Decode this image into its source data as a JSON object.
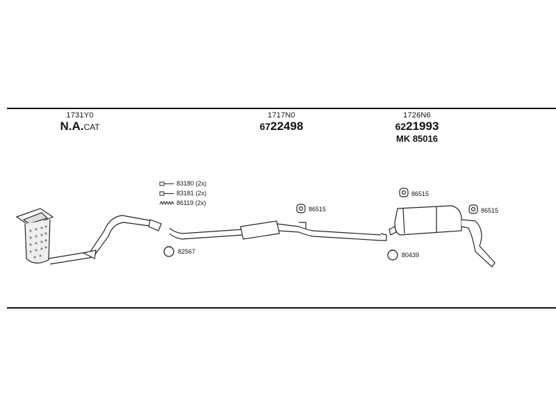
{
  "sections": [
    {
      "code": "1731Y0",
      "name": "N.A.",
      "name_suffix": "CAT"
    },
    {
      "code": "1717N0",
      "pn_prefix": "67",
      "pn_main": "22498"
    },
    {
      "code": "1726N6",
      "pn_prefix": "62",
      "pn_main": "21993",
      "mk_text": "MK  85016"
    }
  ],
  "parts": {
    "bolt_1": "83180 (2x)",
    "bolt_2": "83181 (2x)",
    "spring": "86119 (2x)",
    "clamp_1": "82567",
    "hanger_mid": "86515",
    "hanger_rear_top": "86515",
    "hanger_rear_right": "86515",
    "clamp_2": "80439"
  }
}
